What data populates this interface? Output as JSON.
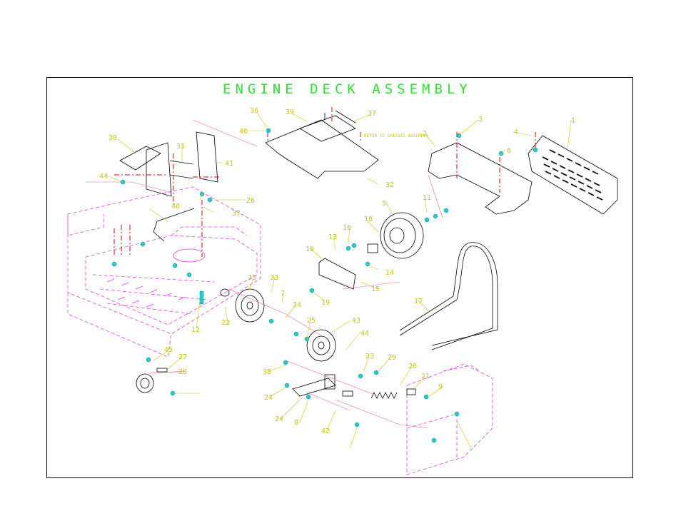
{
  "title": "ENGINE DECK ASSEMBLY",
  "note": "REFER TO CHASSIS ASSEMBLY",
  "callouts": [
    "30",
    "31",
    "44",
    "41",
    "40",
    "2",
    "3",
    "1",
    "4",
    "36",
    "39",
    "46",
    "37",
    "37",
    "32",
    "26",
    "17",
    "5",
    "6",
    "11",
    "18",
    "13",
    "16",
    "10",
    "14",
    "15",
    "19",
    "35",
    "33",
    "7",
    "34",
    "22",
    "12",
    "25",
    "43",
    "44",
    "45",
    "27",
    "28",
    "23",
    "29",
    "20",
    "38",
    "21",
    "24",
    "9",
    "24",
    "8",
    "42"
  ],
  "colors": {
    "outline": "#000000",
    "chassis": "#e040e0",
    "centerline": "#dd0000",
    "callout": "#c8c800",
    "title": "#33dd33",
    "hardware": "#22cccc"
  },
  "icons": [
    "deck-plate",
    "mount-bracket",
    "belt-guard",
    "screen-guard",
    "clutch-pulley",
    "idler-pulley",
    "drive-belt",
    "idler-arm",
    "tension-spring",
    "engine-pulley",
    "chassis-frame"
  ]
}
